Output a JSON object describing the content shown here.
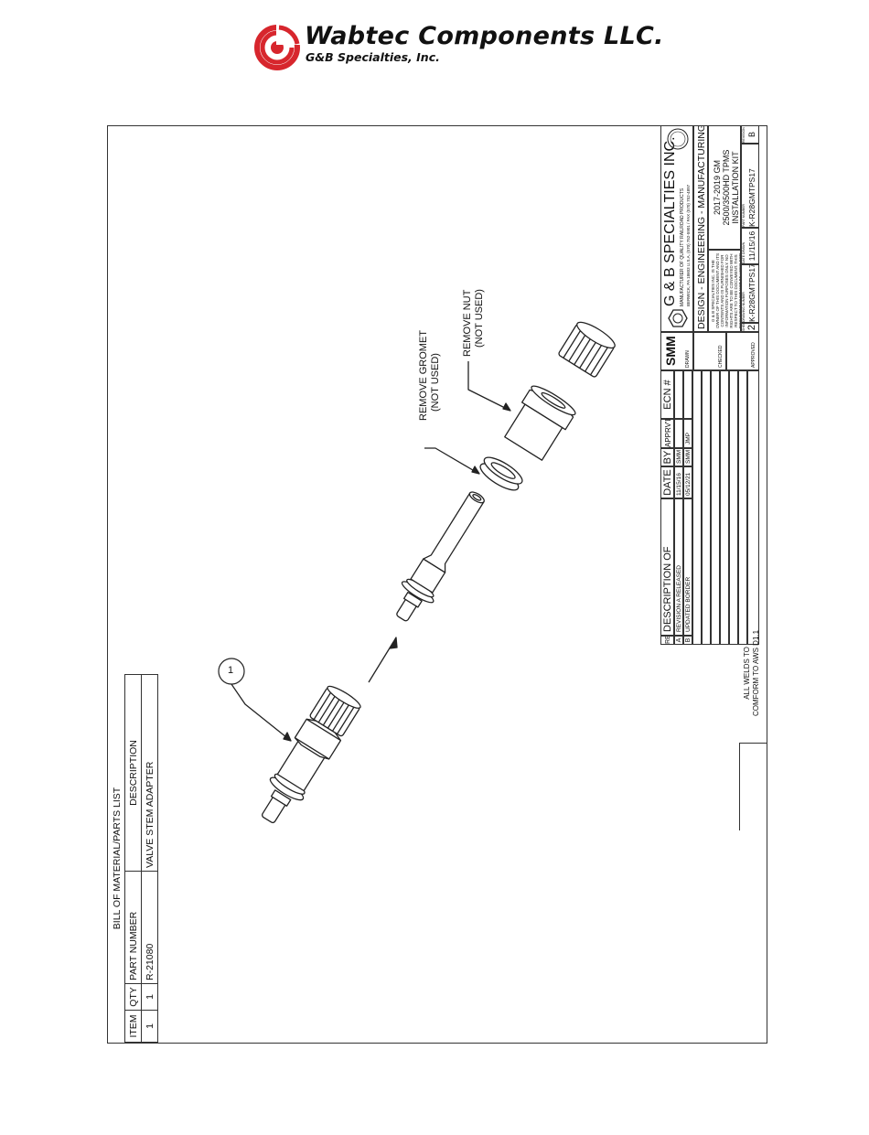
{
  "header": {
    "company": "Wabtec Components LLC.",
    "subsidiary": "G&B Specialties, Inc.",
    "brand_color": "#d7262d"
  },
  "bom": {
    "title": "BILL OF MATERIAL/PARTS LIST",
    "columns": [
      "ITEM",
      "QTY",
      "PART NUMBER",
      "DESCRIPTION"
    ],
    "rows": [
      {
        "item": "1",
        "qty": "1",
        "part_number": "R-21080",
        "description": "VALVE STEM ADAPTER"
      }
    ]
  },
  "callouts": {
    "item_balloon": "1",
    "gromet_line1": "REMOVE GROMET",
    "gromet_line2": "(NOT USED)",
    "nut_line1": "REMOVE NUT",
    "nut_line2": "(NOT USED)"
  },
  "revisions": {
    "headers": {
      "rev": "REV",
      "desc": "DESCRIPTION OF CHANGES",
      "date": "DATE",
      "by": "BY",
      "apprvd": "APPRV'D",
      "ecn": "ECN #"
    },
    "rows": [
      {
        "rev": "A",
        "desc": "REVISION A RELEASED",
        "date": "11/15/16",
        "by": "SMM",
        "apprvd": ""
      },
      {
        "rev": "B",
        "desc": "UPDATED BORDER",
        "date": "05/12/21",
        "by": "SMM",
        "apprvd": "JMP"
      }
    ]
  },
  "signoff": {
    "drawn_label": "DRAWN",
    "drawn_value": "SMM",
    "checked_label": "CHECKED",
    "approved_label": "APPROVED"
  },
  "title_block": {
    "company": "G & B SPECIALTIES INC.",
    "tagline": "MANUFACTURER OF QUALITY RAILROAD PRODUCTS",
    "address": "BERWICK, PA 18603 U.S.A. (570) 752-5901 / FAX (570) 752-4897",
    "disciplines": "DESIGN - ENGINEERING - MANUFACTURING",
    "seal_text": "ISO 9001 REGISTERED",
    "legal": "G & B SPECIALTIES INC. IS THE OWNER OF THIS DOCUMENT AND ITS CONTENTS AND IS FURNISHED FOR INFORMATION PURPOSES ONLY. NO RIGHTS ARE TO BE CONVEYED WITH RESPECT TO THIS DOCUMENT. THIS DOCUMENT MUST NOT BE USED FOR REPRODUCTION OR DISCLOSURE TO OTHERS EXCEPT WITH PRIOR WRITTEN CONSENT OF G & B SPECIALTIES.",
    "project_line1": "2017-2019 GM",
    "project_line2": "2500/3500HD TPMS",
    "project_line3": "INSTALLATION KIT",
    "sheet_label": "SHEET",
    "drawing_number_label": "DRAWING NUMBER",
    "date_label": "DATE DRAWN",
    "part_number_label": "PART NUMBER",
    "revision_label": "REVISION",
    "sheet_value": "2",
    "drawing_number": "K-R28GMTPS17",
    "date_drawn": "11/15/16",
    "part_number": "K-R28GMTPS17",
    "revision": "B"
  },
  "notes": {
    "line1": "ALL WELDS TO",
    "line2": "COMFORM TO AWS D1.1"
  }
}
